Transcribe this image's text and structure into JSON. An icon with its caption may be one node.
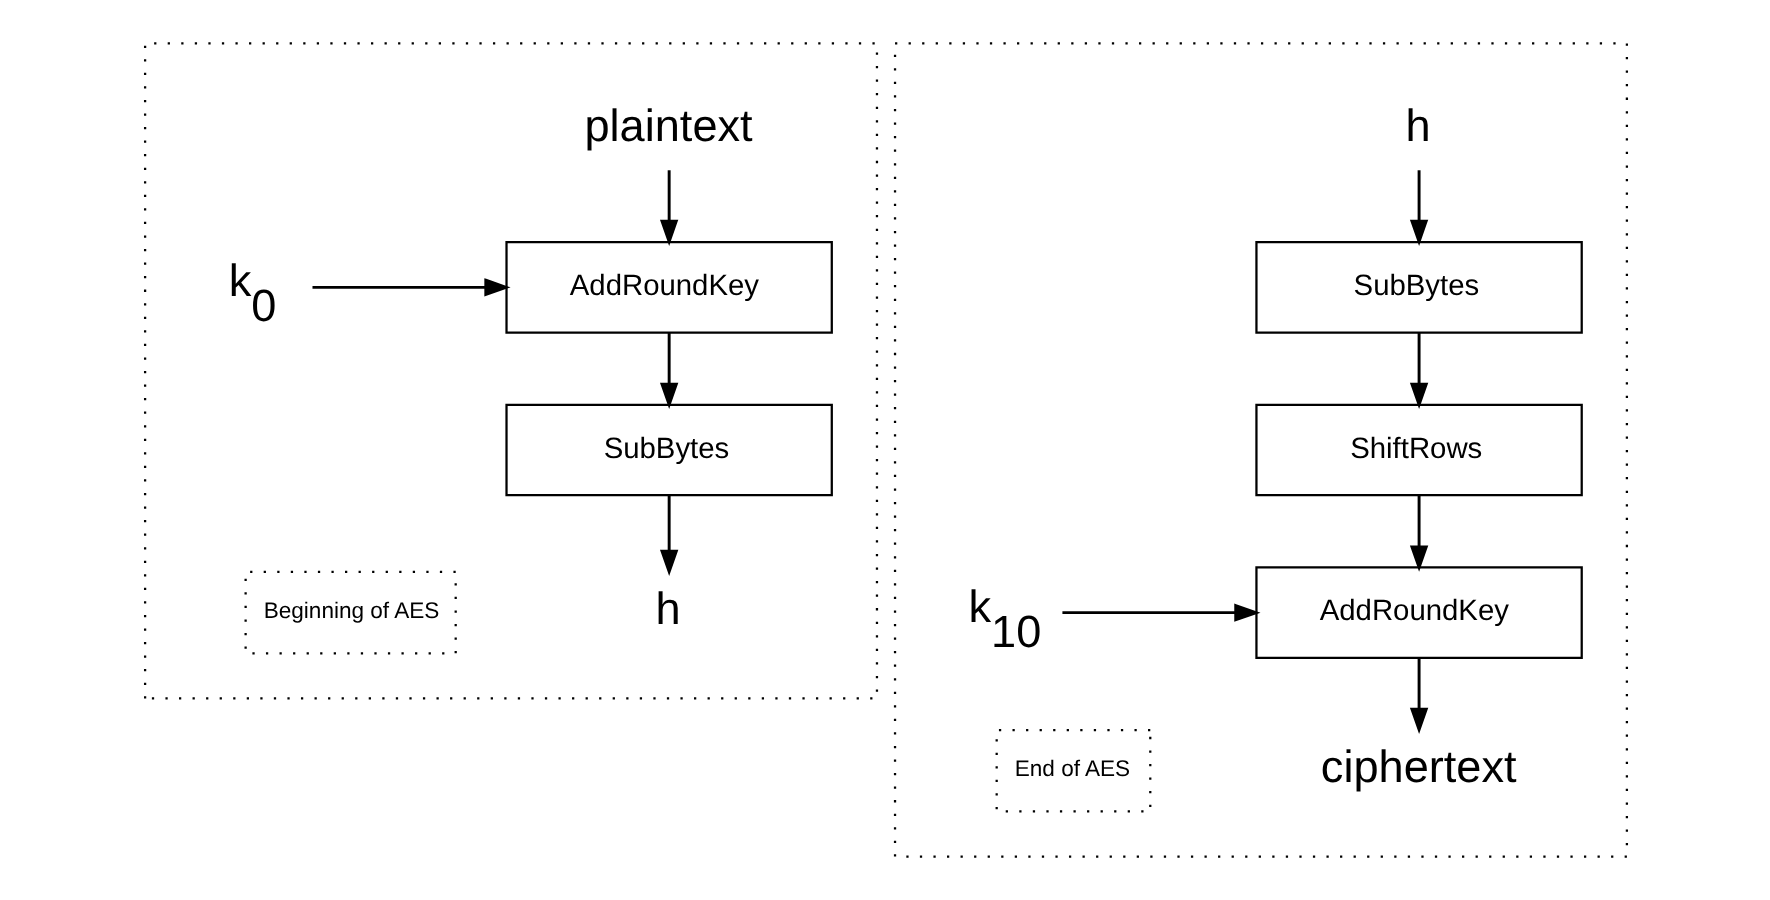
{
  "diagram": {
    "nodes": [
      {
        "text": [],
        "shape": "box"
      },
      {
        "text": [
          "plaintext"
        ],
        "in": 0
      },
      {
        "text": [
          "k$_{0}$"
        ],
        "in": 0
      },
      {
        "text": [
          "AddRoundKey"
        ],
        "in": 0
      },
      {
        "text": [
          "SubBytes"
        ],
        "in": 0
      },
      {
        "text": [
          "h"
        ],
        "in": 0
      },
      {
        "text": [
          "Beginning of AES"
        ],
        "in": 0
      },
      {
        "text": [],
        "shape": "box"
      },
      {
        "text": [
          "h"
        ],
        "in": 7
      },
      {
        "text": [
          "SubBytes"
        ],
        "in": 7
      },
      {
        "text": [
          "ShiftRows"
        ],
        "in": 7
      },
      {
        "text": [
          "AddRoundKey"
        ],
        "in": 7
      },
      {
        "text": [
          "k$_{10}$"
        ],
        "in": 7
      },
      {
        "text": [
          "ciphertext"
        ],
        "in": 7
      },
      {
        "text": [
          "End of AES"
        ],
        "in": 7
      }
    ],
    "edges": [
      {
        "from": 1,
        "to": 3,
        "arrow": "to"
      },
      {
        "from": 2,
        "to": 3,
        "arrow": "to"
      },
      {
        "from": 3,
        "to": 4,
        "arrow": "to"
      },
      {
        "from": 4,
        "to": 5,
        "arrow": "to"
      },
      {
        "from": 8,
        "to": 9,
        "arrow": "to"
      },
      {
        "from": 9,
        "to": 10,
        "arrow": "to"
      },
      {
        "from": 10,
        "to": 11,
        "arrow": "to"
      },
      {
        "from": 12,
        "to": 11,
        "arrow": "to"
      },
      {
        "from": 11,
        "to": 13,
        "arrow": "to"
      }
    ]
  }
}
